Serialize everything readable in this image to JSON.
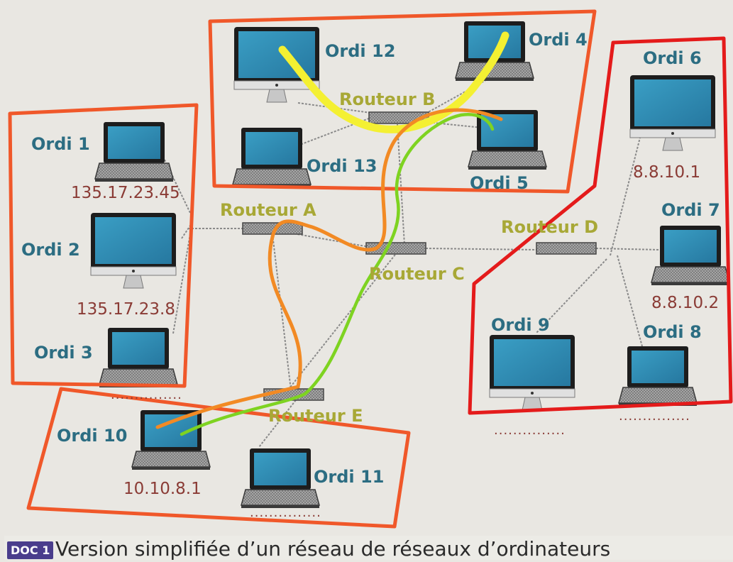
{
  "diagram": {
    "groups": [
      "group-top",
      "group-left",
      "group-right",
      "group-bottom"
    ],
    "computers": {
      "ordi1": {
        "label": "Ordi 1",
        "ip": "135.17.23.45"
      },
      "ordi2": {
        "label": "Ordi 2",
        "ip": "135.17.23.8"
      },
      "ordi3": {
        "label": "Ordi 3",
        "ip": "..............."
      },
      "ordi4": {
        "label": "Ordi 4"
      },
      "ordi5": {
        "label": "Ordi 5"
      },
      "ordi6": {
        "label": "Ordi 6",
        "ip": "8.8.10.1"
      },
      "ordi7": {
        "label": "Ordi 7",
        "ip": "8.8.10.2"
      },
      "ordi8": {
        "label": "Ordi 8",
        "ip": "..............."
      },
      "ordi9": {
        "label": "Ordi 9",
        "ip": "..............."
      },
      "ordi10": {
        "label": "Ordi 10",
        "ip": "10.10.8.1"
      },
      "ordi11": {
        "label": "Ordi 11",
        "ip": "..............."
      },
      "ordi12": {
        "label": "Ordi 12"
      },
      "ordi13": {
        "label": "Ordi 13"
      }
    },
    "routers": {
      "A": "Routeur A",
      "B": "Routeur B",
      "C": "Routeur C",
      "D": "Routeur D",
      "E": "Routeur E"
    },
    "colors": {
      "computer_label": "#2c6d82",
      "ip_label": "#8a3b35",
      "router_label": "#a8a836",
      "group_outline_orange": "#f0582a",
      "group_outline_red": "#e41b1b",
      "path_yellow": "#f4f032",
      "path_orange": "#f28a24",
      "path_green": "#7ed321",
      "screen": "#2f8fb5"
    }
  },
  "caption": {
    "badge": "DOC 1",
    "text": "Version simplifiée d’un réseau de réseaux d’ordinateurs"
  }
}
